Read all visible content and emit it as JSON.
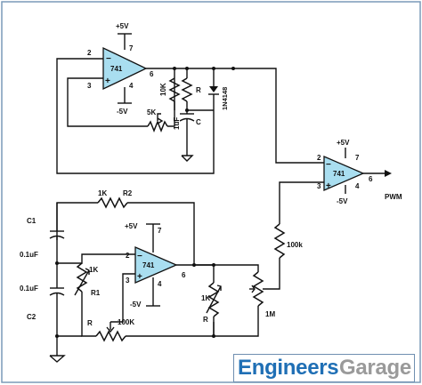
{
  "upper": {
    "opamp": {
      "name": "741",
      "pin_inv": "2",
      "pin_noninv": "3",
      "pin_vplus": "7",
      "pin_vminus": "4",
      "pin_out": "6",
      "vplus": "+5V",
      "vminus": "-5V"
    },
    "pot_5k": "5K",
    "res_10k": "10K",
    "cap_1uf": "1uF",
    "res_r": "R",
    "cap_c": "C",
    "diode": "1N4148"
  },
  "comparator": {
    "name": "741",
    "pin_inv": "2",
    "pin_noninv": "3",
    "pin_vplus": "7",
    "pin_vminus": "4",
    "pin_out": "6",
    "vplus": "+5V",
    "vminus": "-5V",
    "output_label": "PWM"
  },
  "res_100k_right": "100k",
  "lower": {
    "opamp": {
      "name": "741",
      "pin_inv": "2",
      "pin_noninv": "3",
      "pin_vplus": "7",
      "pin_vminus": "4",
      "pin_out": "6",
      "vplus": "+5V",
      "vminus": "-5V"
    },
    "r2_value": "1K",
    "r2_name": "R2",
    "c1_name": "C1",
    "c1_value": "0.1uF",
    "c2_value": "0.1uF",
    "c2_name": "C2",
    "r1_value": "1K",
    "r1_name": "R1",
    "pot_r": "R",
    "pot_r_value": "100K",
    "pot_1k": "1K",
    "pot_1k_name": "R",
    "pot_1m": "1M"
  },
  "brand": {
    "part1": "Engineers",
    "part2": "Garage"
  }
}
